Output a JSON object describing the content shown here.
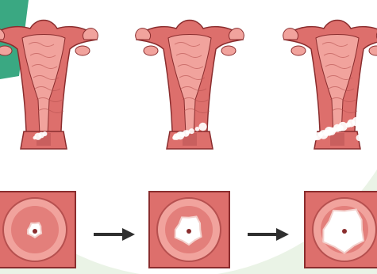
{
  "figure": {
    "colors": {
      "background": "#eaf3e6",
      "circle": "#ffffff",
      "corner_accent": "#3aa882",
      "tissue": "#dd6f6c",
      "tissue_light": "#f1a39d",
      "tissue_dark": "#b6504f",
      "outline": "#8a2d2e",
      "lesion": "#ffffff",
      "arrow": "#2f2f2f"
    },
    "icons": {
      "uterus": "uterus-cross-section-icon",
      "cervix": "cervix-face-icon",
      "arrow": "right-arrow-icon"
    },
    "stages": [
      {
        "id": "stage-1",
        "lesion_level": 0.15
      },
      {
        "id": "stage-2",
        "lesion_level": 0.5
      },
      {
        "id": "stage-3",
        "lesion_level": 0.9
      }
    ]
  }
}
